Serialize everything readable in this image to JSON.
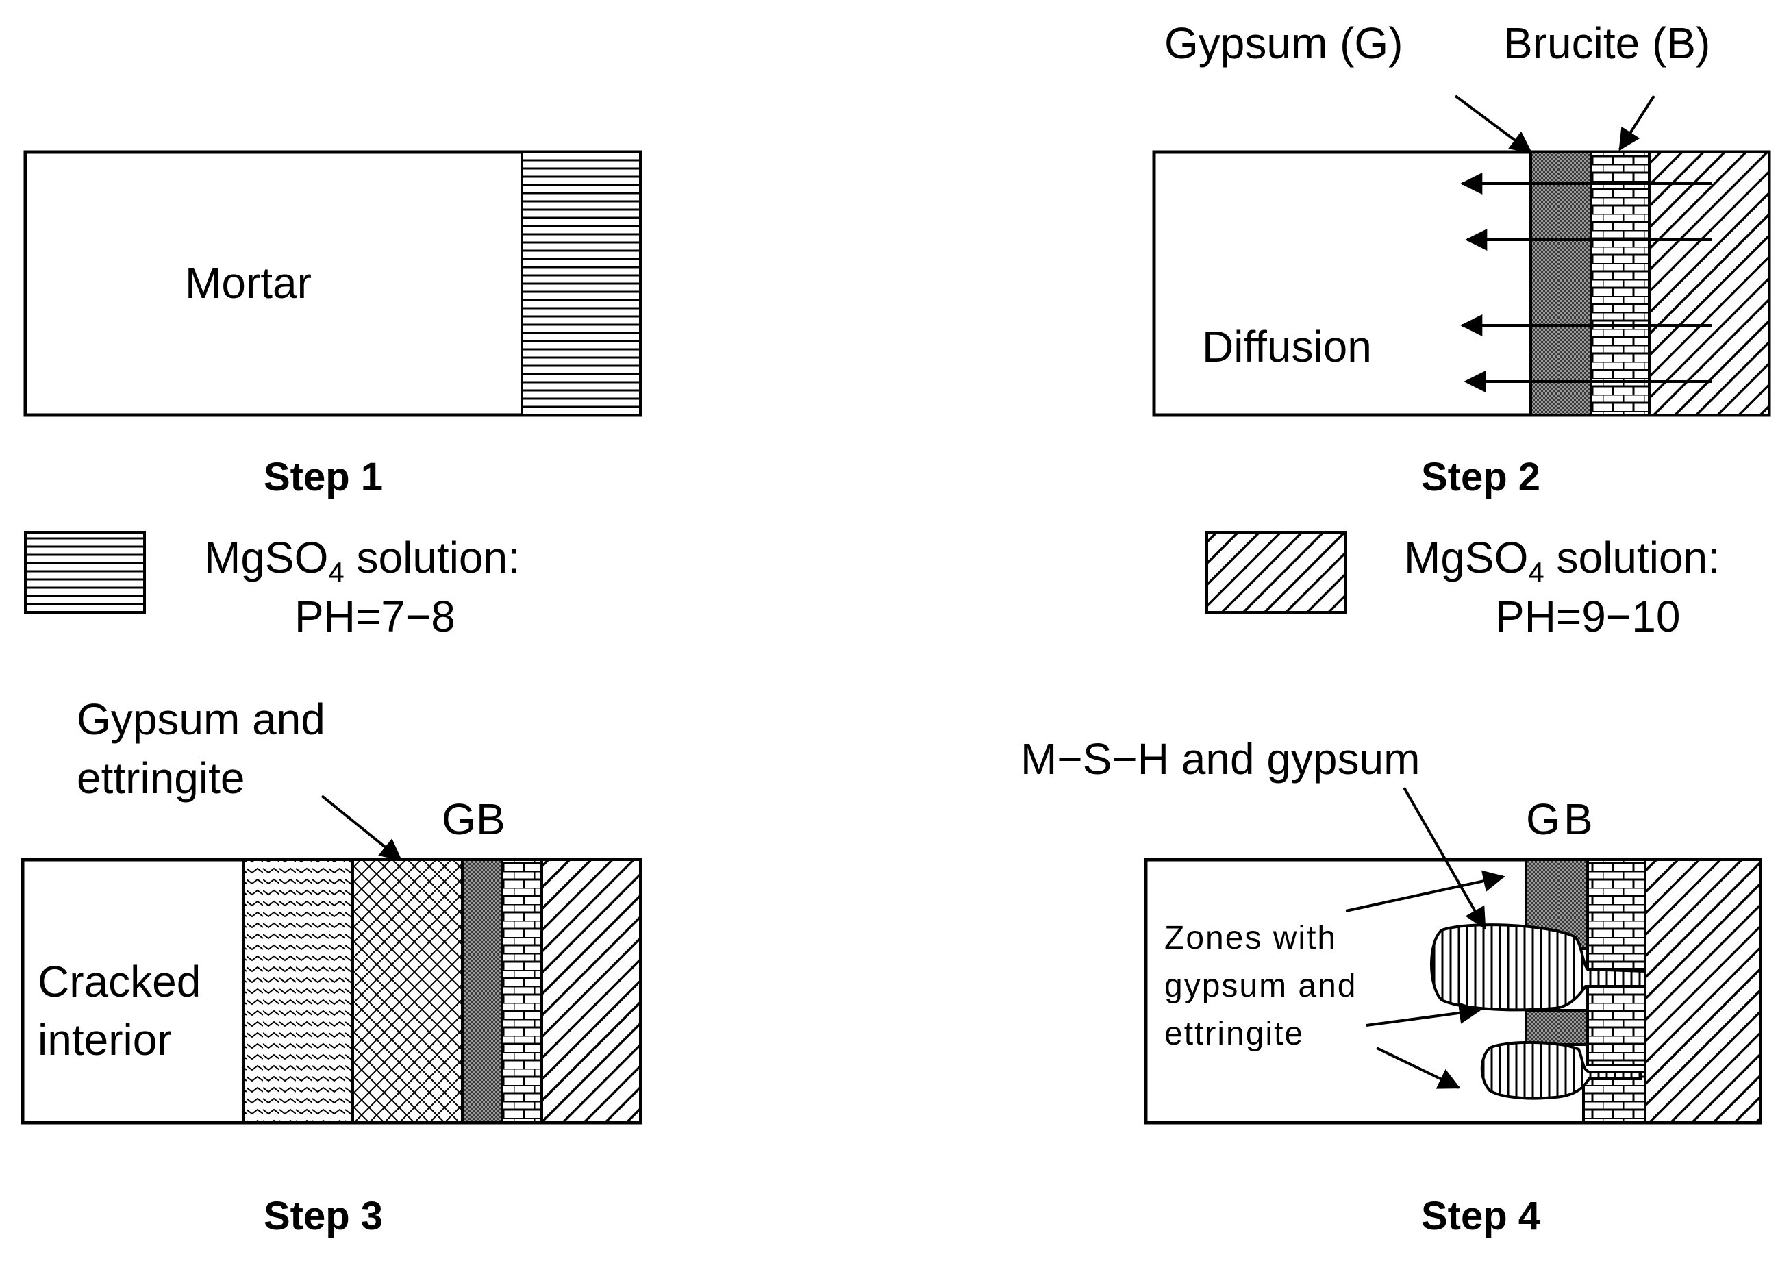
{
  "panels": {
    "step1": {
      "mortar_label": "Mortar",
      "step_label": "Step 1"
    },
    "step2": {
      "gypsum_label": "Gypsum (G)",
      "brucite_label": "Brucite (B)",
      "diffusion_label": "Diffusion",
      "step_label": "Step 2"
    },
    "step3": {
      "gypsum_ettringite_line1": "Gypsum and",
      "gypsum_ettringite_line2": "ettringite",
      "g_label": "G",
      "b_label": "B",
      "cracked_line1": "Cracked",
      "cracked_line2": "interior",
      "step_label": "Step 3"
    },
    "step4": {
      "msh_label": "M−S−H and gypsum",
      "g_label": "G",
      "b_label": "B",
      "zones_line1": "Zones with",
      "zones_line2": "gypsum  and",
      "zones_line3": "ettringite",
      "step_label": "Step 4"
    }
  },
  "legends": {
    "left": {
      "formula_prefix": "MgSO",
      "formula_sub": "4",
      "formula_suffix": " solution:",
      "ph": "PH=7−8"
    },
    "right": {
      "formula_prefix": "MgSO",
      "formula_sub": "4",
      "formula_suffix": " solution:",
      "ph": "PH=9−10"
    }
  }
}
